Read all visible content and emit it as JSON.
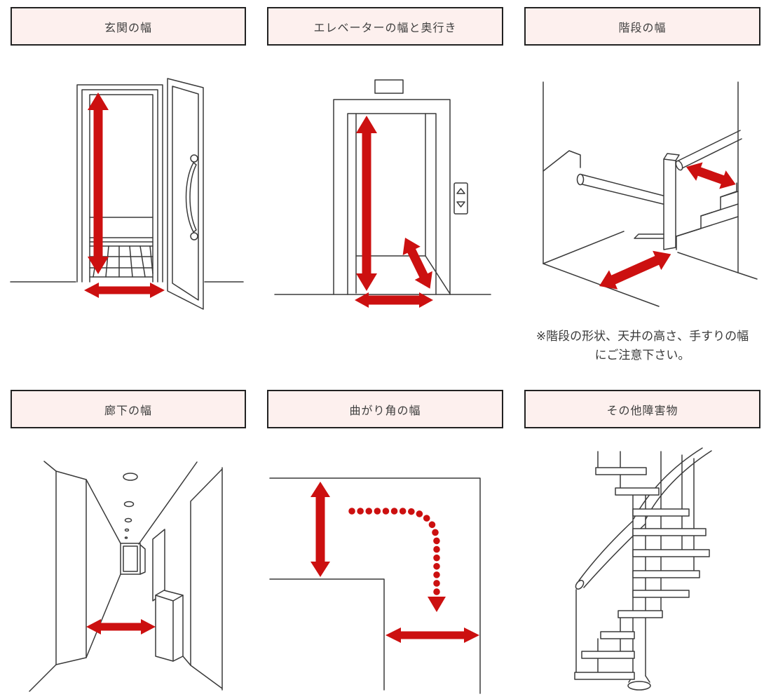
{
  "page": {
    "background": "#ffffff",
    "accent_red": "#cc1010",
    "line_color": "#3a3a3a",
    "header_bg": "#fdf0ee",
    "header_border": "#222222"
  },
  "panels": {
    "entrance": {
      "title": "玄関の幅",
      "illustration": "open-front-door-with-height-and-width-arrows"
    },
    "elevator": {
      "title": "エレベーターの幅と奥行き",
      "illustration": "elevator-with-height-depth-width-arrows"
    },
    "stairs": {
      "title": "階段の幅",
      "illustration": "staircase-with-width-arrows",
      "note_line1": "※階段の形状、天井の高さ、手すりの幅",
      "note_line2": "にご注意下さい。"
    },
    "hallway": {
      "title": "廊下の幅",
      "illustration": "perspective-corridor-with-width-arrow"
    },
    "corner": {
      "title": "曲がり角の幅",
      "illustration": "l-corner-plan-with-turning-path-and-width-arrows"
    },
    "obstacles": {
      "title": "その他障害物",
      "illustration": "spiral-staircase"
    }
  }
}
